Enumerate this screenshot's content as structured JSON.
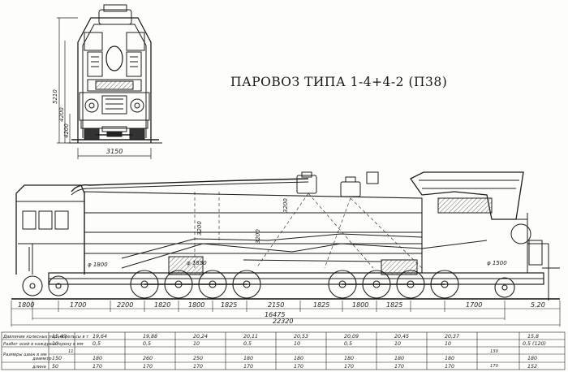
{
  "title": "ПАРОВОЗ ТИПА 1-4+4-2 (П38)",
  "front_view": {
    "width_dim": "3150",
    "height_dims": [
      "5210",
      "4200",
      "4200"
    ]
  },
  "side_view": {
    "vertical_labels": [
      "3200",
      "3200",
      "3200"
    ],
    "body_labels": [
      "φ 1800",
      "φ 1850",
      "φ 1500"
    ],
    "axle_spacing": [
      "1800",
      "1700",
      "2200",
      "1820",
      "1800",
      "1825",
      "2150",
      "1825",
      "1800",
      "1825",
      "1700"
    ],
    "total_wheelbase": "16475",
    "total_length": "22320",
    "end_dim": "5.20"
  },
  "axle_table": {
    "row_labels": [
      "Давление колесных пар на рельсы в т",
      "Разбег осей в каждую сторону в мм",
      "Размеры шеек в мм",
      "диаметр",
      "длина"
    ],
    "load": [
      "15,49",
      "19,64",
      "19,88",
      "20,24",
      "20,11",
      "20,53",
      "20,09",
      "20,45",
      "20,37",
      "15,8"
    ],
    "play": [
      "10",
      "0,5",
      "0,5",
      "10",
      "0,5",
      "10",
      "0,5",
      "10",
      "10",
      "0,5 (120)"
    ],
    "journal_diameter": [
      "150",
      "180",
      "260",
      "250",
      "180",
      "180",
      "180",
      "180",
      "180",
      "180"
    ],
    "journal_length": [
      "50",
      "170",
      "170",
      "170",
      "170",
      "170",
      "170",
      "170",
      "170",
      "152"
    ],
    "extra": [
      "130",
      "11",
      "170"
    ]
  }
}
